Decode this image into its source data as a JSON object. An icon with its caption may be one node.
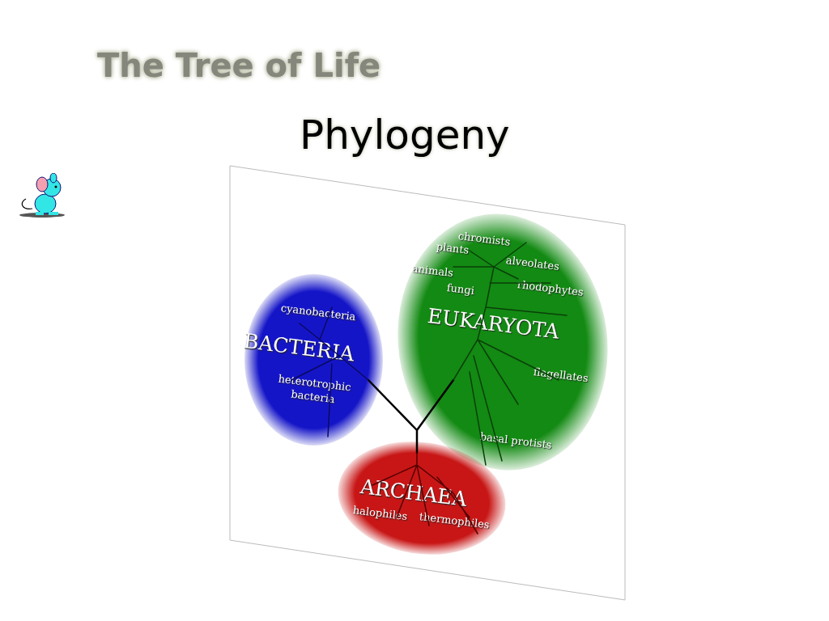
{
  "diagram": {
    "title": "The Tree of Life",
    "nodes": [
      {
        "text": [
          "chromists",
          "plants",
          "alveolates",
          "animals",
          "fungi",
          "rhodophytes",
          "EUKARYOTA",
          "flagellates",
          "basal protists"
        ]
      },
      {
        "text": [
          "cyanobacteria",
          "BACTERIA",
          "heterotrophic bacteria"
        ]
      },
      {
        "text": [
          "ARCHAEA",
          "halophiles",
          "thermophiles"
        ]
      }
    ],
    "labels": [
      "Phylogeny"
    ]
  }
}
